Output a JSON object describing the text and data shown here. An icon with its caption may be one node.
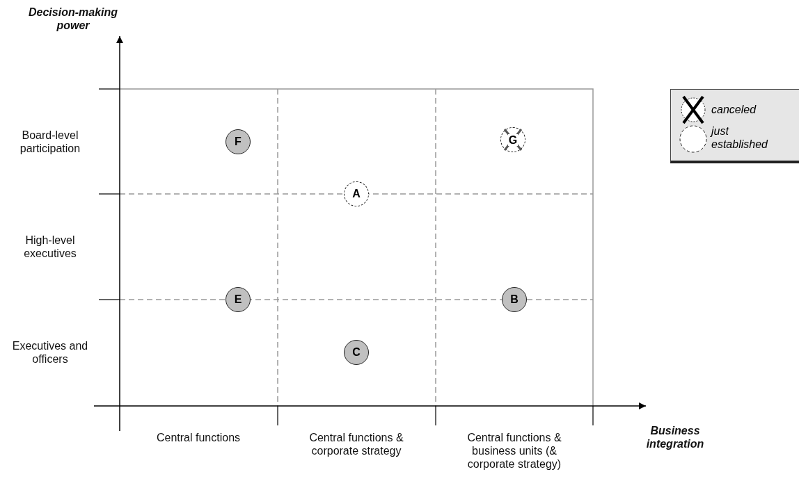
{
  "diagram": {
    "nodes": [
      {
        "text": [
          "F"
        ]
      },
      {
        "text": [
          "G"
        ]
      },
      {
        "text": [
          "A"
        ]
      },
      {
        "text": [
          "E"
        ]
      },
      {
        "text": [
          "B"
        ]
      },
      {
        "text": [
          "C"
        ]
      }
    ],
    "labels": [
      "Decision-making power",
      "Board-level participation",
      "High-level executives",
      "Executives and officers",
      "Central functions",
      "Central functions & corporate strategy",
      "Central functions & business units (& corporate strategy)",
      "Business integration"
    ],
    "legend": [
      {
        "text": "canceled"
      },
      {
        "text": "just established"
      }
    ]
  }
}
